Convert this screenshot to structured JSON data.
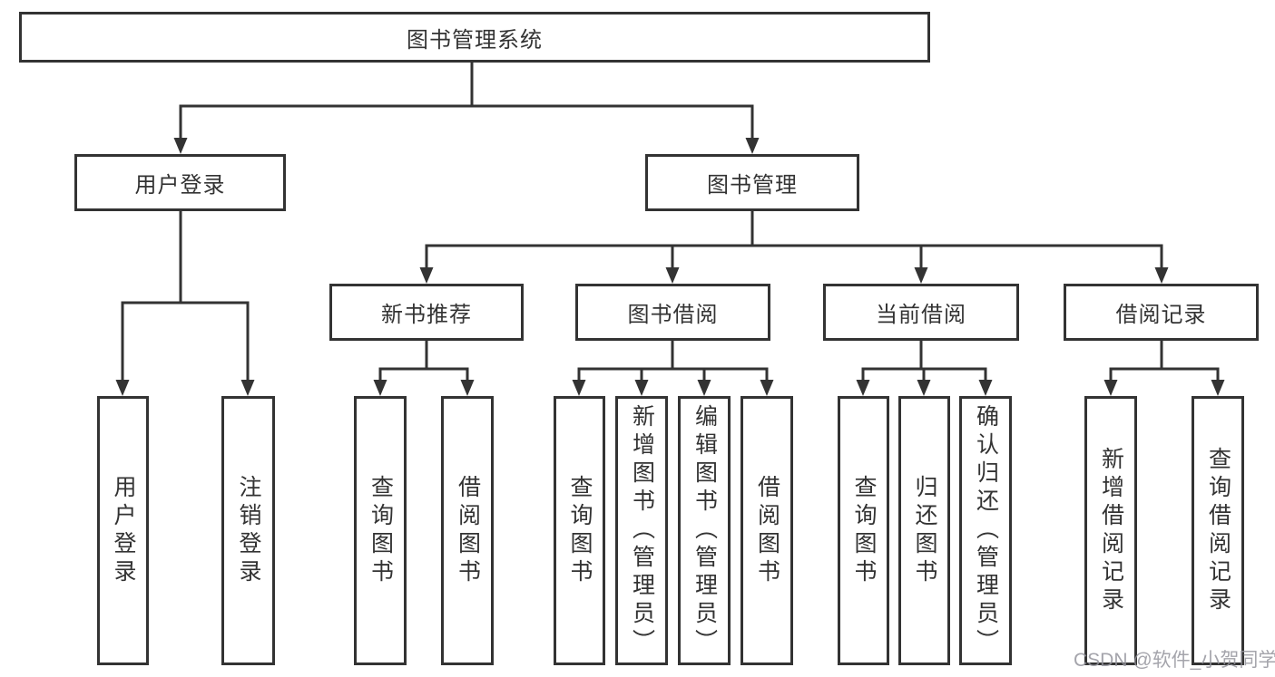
{
  "tree": {
    "label": "图书管理系统",
    "children": [
      {
        "label": "用户登录",
        "children": [
          {
            "label": "用户登录"
          },
          {
            "label": "注销登录"
          }
        ]
      },
      {
        "label": "图书管理",
        "children": [
          {
            "label": "新书推荐",
            "children": [
              {
                "label": "查询图书"
              },
              {
                "label": "借阅图书"
              }
            ]
          },
          {
            "label": "图书借阅",
            "children": [
              {
                "label": "查询图书"
              },
              {
                "label": "新增图书（管理员）"
              },
              {
                "label": "编辑图书（管理员）"
              },
              {
                "label": "借阅图书"
              }
            ]
          },
          {
            "label": "当前借阅",
            "children": [
              {
                "label": "查询图书"
              },
              {
                "label": "归还图书"
              },
              {
                "label": "确认归还（管理员）"
              }
            ]
          },
          {
            "label": "借阅记录",
            "children": [
              {
                "label": "新增借阅记录"
              },
              {
                "label": "查询借阅记录"
              }
            ]
          }
        ]
      }
    ]
  },
  "watermark": {
    "text": "CSDN @软件_小贺同学"
  },
  "colors": {
    "line": "#333333",
    "box_border": "#333333",
    "box_background": "#ffffff",
    "text": "#333333",
    "watermark": "#94949c",
    "background": "#ffffff"
  }
}
